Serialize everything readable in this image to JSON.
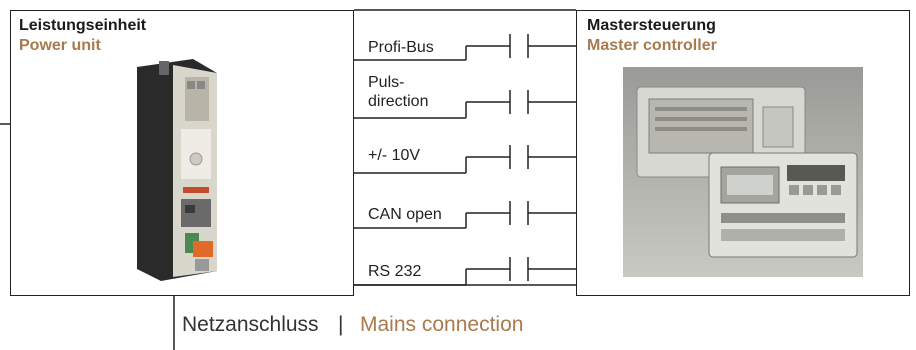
{
  "power_unit": {
    "title_de": "Leistungseinheit",
    "title_en": "Power unit",
    "image": "servo-drive-photo"
  },
  "master_controller": {
    "title_de": "Mastersteuerung",
    "title_en": "Master controller",
    "image": "operator-panels-photo"
  },
  "interfaces": [
    {
      "label": "Profi-Bus"
    },
    {
      "label": "Puls-\ndirection"
    },
    {
      "label": "+/- 10V"
    },
    {
      "label": "CAN open"
    },
    {
      "label": "RS 232"
    }
  ],
  "mains": {
    "label_de": "Netzanschluss",
    "separator": "|",
    "label_en": "Mains connection"
  },
  "colors": {
    "accent": "#a87a4e",
    "line": "#222222"
  }
}
